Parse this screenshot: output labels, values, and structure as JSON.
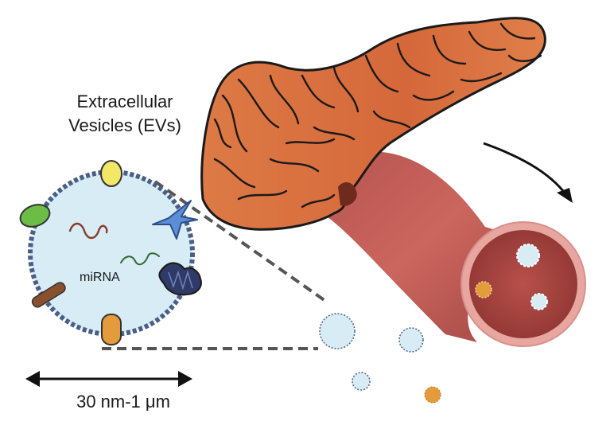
{
  "title": {
    "line1": "Extracellular",
    "line2": "Vesicles (EVs)"
  },
  "vesicle": {
    "cargo_label": "miRNA",
    "colors": {
      "fill": "#d7ecf5",
      "membrane": "#4a5f86",
      "yellow_protein": "#f2e766",
      "green_protein": "#6cbd45",
      "blue_protein": "#5a8fd6",
      "orange_protein": "#e39b3c",
      "brown_protein": "#8a4f2c"
    }
  },
  "scale": {
    "label": "30 nm-1 μm"
  },
  "organ": {
    "name_icon": "pancreas-illustration",
    "colors": {
      "fill": "#d9703e",
      "stroke": "#1a1a1a"
    }
  },
  "vessel": {
    "name_icon": "blood-vessel",
    "colors": {
      "outer": "#c45a52",
      "inner": "#a3423e",
      "rim": "#e6a5a0"
    }
  }
}
